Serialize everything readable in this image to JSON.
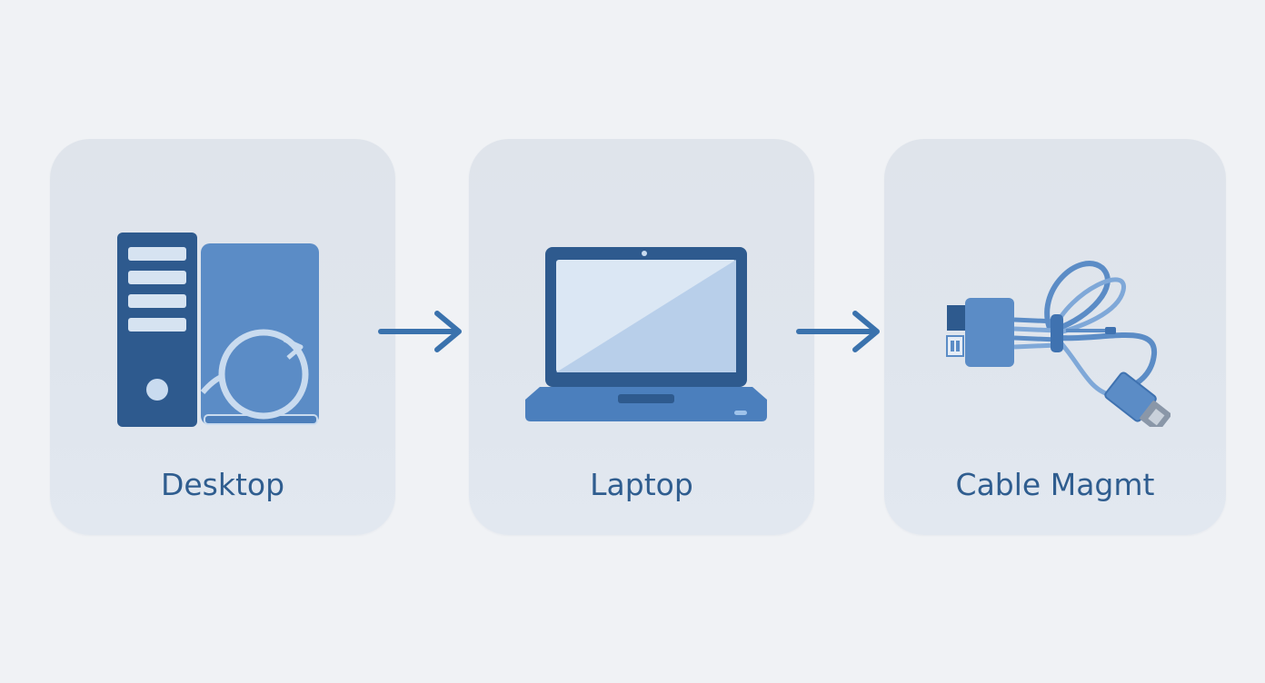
{
  "steps": [
    {
      "label": "Desktop",
      "icon": "desktop-computer-icon"
    },
    {
      "label": "Laptop",
      "icon": "laptop-icon"
    },
    {
      "label": "Cable Magmt",
      "icon": "cable-icon"
    }
  ],
  "colors": {
    "background": "#f0f2f5",
    "card": "#dfe4eb",
    "dark_blue": "#2e5a8e",
    "mid_blue": "#5b8cc6",
    "light_blue": "#c9dbef",
    "label": "#2f5d8f",
    "arrow": "#3a72ad"
  }
}
